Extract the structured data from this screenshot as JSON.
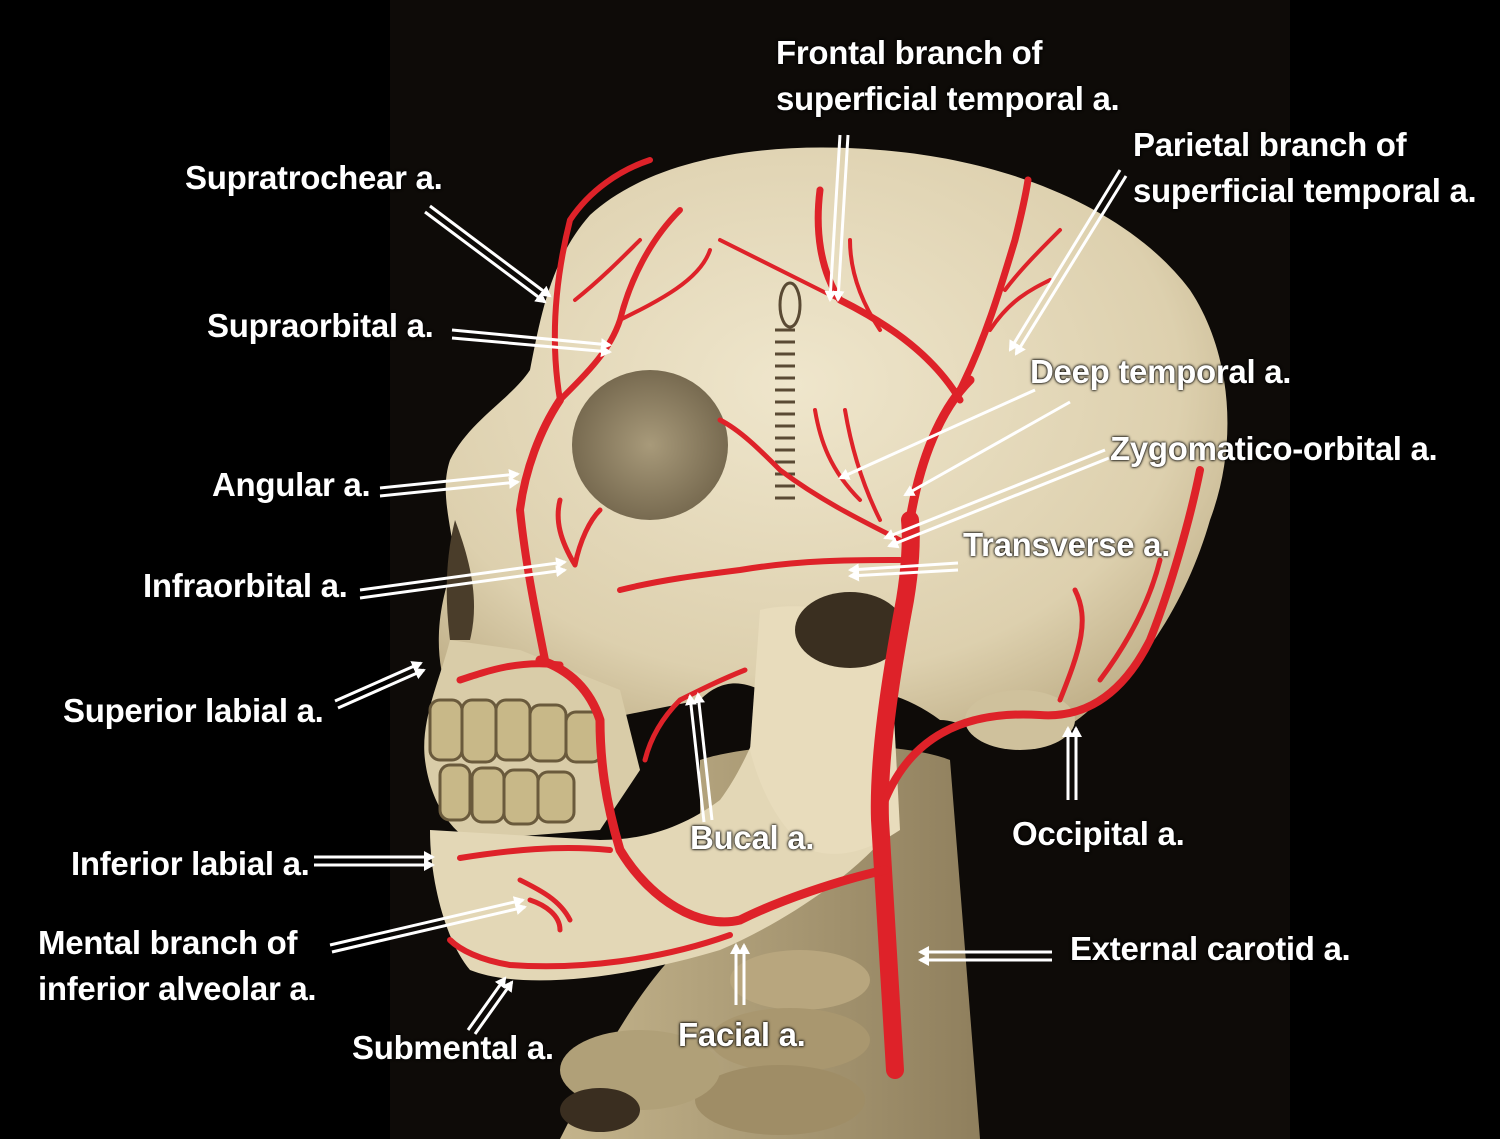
{
  "image": {
    "subject": "skull-with-red-arterial-network",
    "colors": {
      "background": "#000000",
      "bone": "#e6dcc0",
      "artery": "#e0242a",
      "label": "#ffffff"
    }
  },
  "labels": {
    "frontal_branch": [
      "Frontal branch of",
      "superficial temporal a."
    ],
    "parietal_branch": [
      "Parietal branch of",
      "superficial temporal a."
    ],
    "supratrochear": "Supratrochear a.",
    "supraorbital": "Supraorbital a.",
    "deep_temporal": "Deep temporal a.",
    "zygomatico_orbital": "Zygomatico-orbital a.",
    "angular": "Angular a.",
    "transverse": "Transverse a.",
    "infraorbital": "Infraorbital a.",
    "superior_labial": "Superior labial a.",
    "bucal": "Bucal a.",
    "occipital": "Occipital a.",
    "inferior_labial": "Inferior labial a.",
    "mental_branch": [
      "Mental branch of",
      "inferior alveolar a."
    ],
    "external_carotid": "External carotid a.",
    "submental": "Submental a.",
    "facial": "Facial a."
  }
}
